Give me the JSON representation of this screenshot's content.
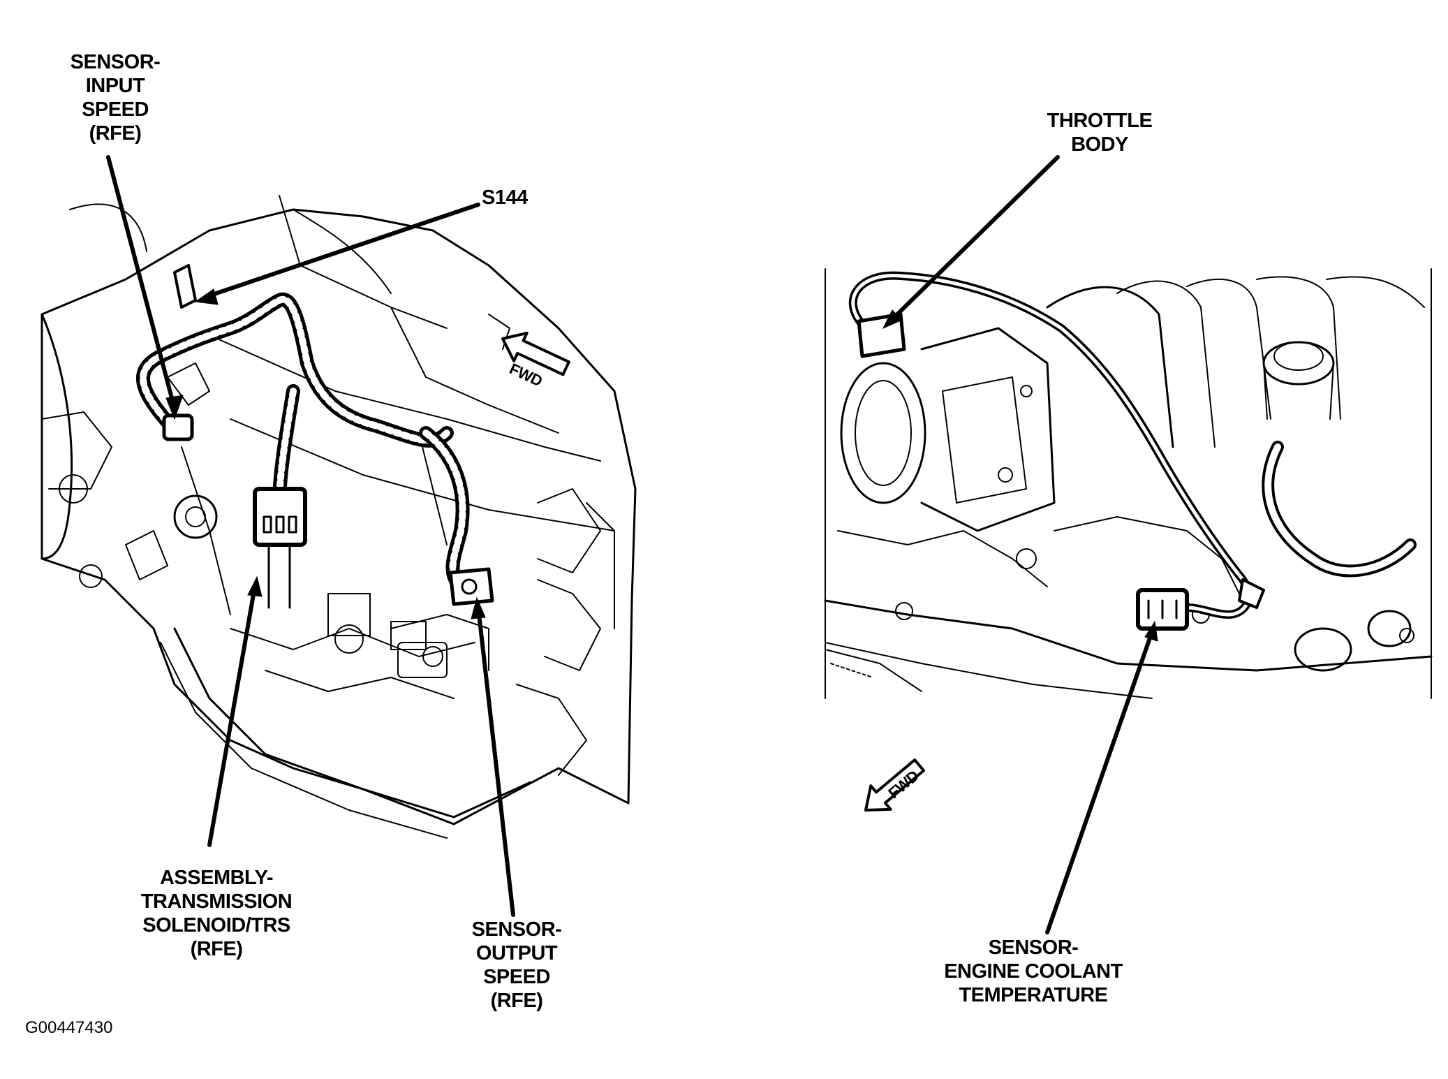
{
  "figure_id": "G00447430",
  "left_view": {
    "callouts": {
      "input_speed": [
        "SENSOR-",
        "INPUT",
        "SPEED",
        "(RFE)"
      ],
      "s144": [
        "S144"
      ],
      "solenoid_trs": [
        "ASSEMBLY-",
        "TRANSMISSION",
        "SOLENOID/TRS",
        "(RFE)"
      ],
      "output_speed": [
        "SENSOR-",
        "OUTPUT",
        "SPEED",
        "(RFE)"
      ]
    },
    "fwd_arrow": "FWD"
  },
  "right_view": {
    "callouts": {
      "throttle_body": [
        "THROTTLE",
        "BODY"
      ],
      "coolant_temp": [
        "SENSOR-",
        "ENGINE COOLANT",
        "TEMPERATURE"
      ]
    },
    "fwd_arrow": "FWD"
  },
  "colors": {
    "ink": "#000000",
    "paper": "#ffffff"
  }
}
